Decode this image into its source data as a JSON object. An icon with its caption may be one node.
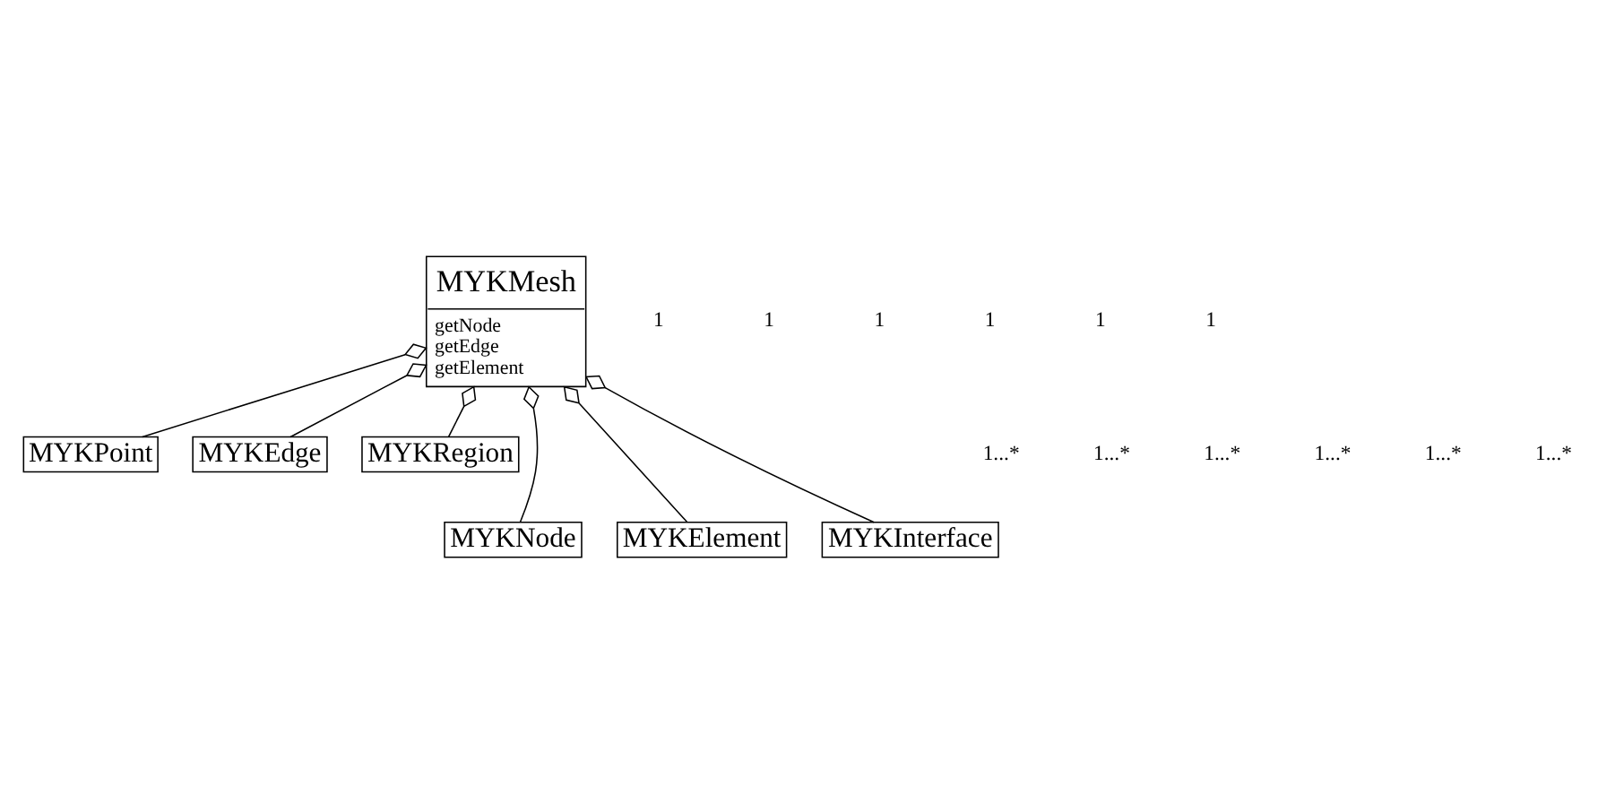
{
  "diagram": {
    "nodes": [
      {
        "text": [
          "MYKMesh",
          "getNode",
          "getEdge",
          "getElement"
        ]
      },
      {
        "text": [
          "MYKPoint"
        ]
      },
      {
        "text": [
          "MYKEdge"
        ]
      },
      {
        "text": [
          "MYKRegion"
        ]
      },
      {
        "text": [
          "MYKNode"
        ]
      },
      {
        "text": [
          "MYKElement"
        ]
      },
      {
        "text": [
          "MYKInterface"
        ]
      }
    ],
    "edges": [
      {
        "from": 0,
        "to": 1,
        "arrow": "other"
      },
      {
        "from": 0,
        "to": 4,
        "arrow": "other"
      },
      {
        "from": 0,
        "to": 2,
        "arrow": "other"
      },
      {
        "from": 0,
        "to": 5,
        "arrow": "other"
      },
      {
        "from": 0,
        "to": 3,
        "arrow": "other"
      },
      {
        "from": 0,
        "to": 6,
        "arrow": "other"
      }
    ],
    "labels": [
      "1",
      "1",
      "1",
      "1",
      "1",
      "1",
      "1...*",
      "1...*",
      "1...*",
      "1...*",
      "1...*",
      "1...*"
    ]
  }
}
